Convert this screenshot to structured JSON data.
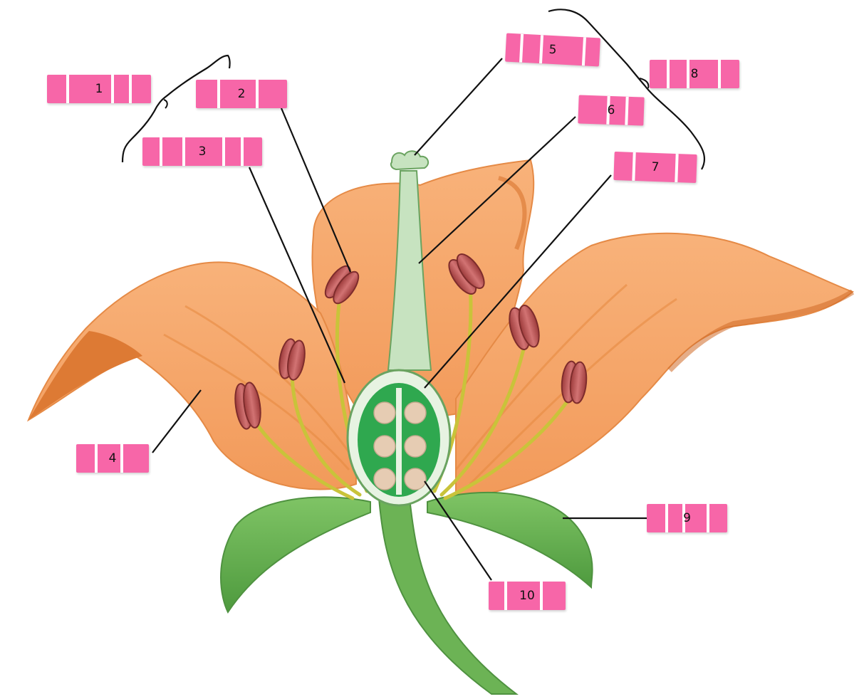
{
  "colors": {
    "label_fill": "#f766a8",
    "petal": "#f6a66a",
    "petal_dark": "#e07a32",
    "stem_green": "#6cb355",
    "ovary_green": "#2fa84f",
    "anther": "#b44a4a",
    "leader_line": "#111111"
  },
  "labels": [
    {
      "id": "1",
      "text": "1"
    },
    {
      "id": "2",
      "text": "2"
    },
    {
      "id": "3",
      "text": "3"
    },
    {
      "id": "4",
      "text": "4"
    },
    {
      "id": "5",
      "text": "5"
    },
    {
      "id": "6",
      "text": "6"
    },
    {
      "id": "7",
      "text": "7"
    },
    {
      "id": "8",
      "text": "8"
    },
    {
      "id": "9",
      "text": "9"
    },
    {
      "id": "10",
      "text": "10"
    }
  ]
}
